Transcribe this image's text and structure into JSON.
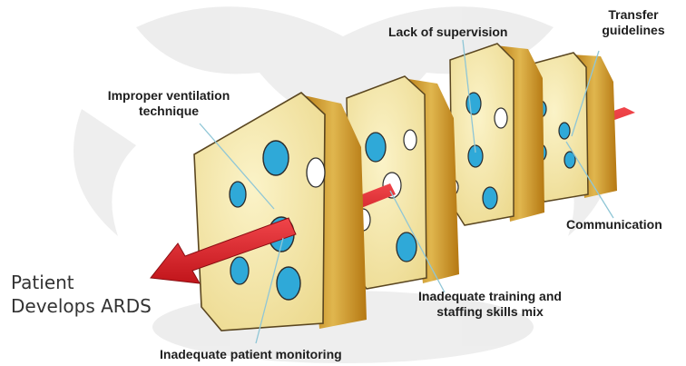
{
  "outcome": {
    "line1": "Patient",
    "line2": "Develops ARDS"
  },
  "labels": {
    "transfer": {
      "line1": "Transfer",
      "line2": "guidelines"
    },
    "supervision": "Lack of supervision",
    "ventilation": {
      "line1": "Improper ventilation",
      "line2": "technique"
    },
    "communication": "Communication",
    "training": {
      "line1": "Inadequate training and",
      "line2": "staffing skills mix"
    },
    "monitoring": "Inadequate patient monitoring"
  },
  "colors": {
    "cheese_face": "#f4e7a6",
    "cheese_side": "#c98f22",
    "hole": "#2fa9d8",
    "arrow": "#e0252b",
    "watermark": "#ececec"
  }
}
